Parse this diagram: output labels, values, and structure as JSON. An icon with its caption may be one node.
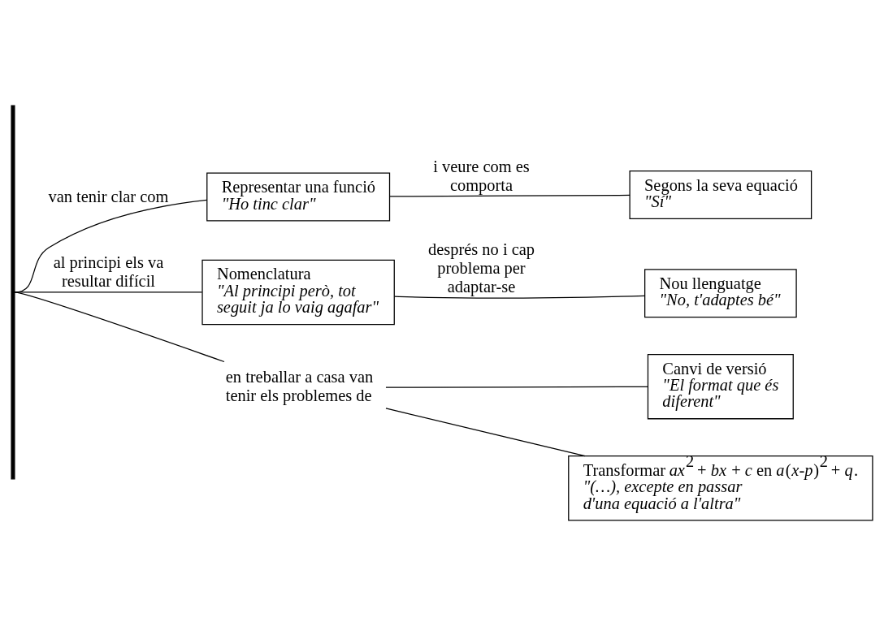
{
  "diagram": {
    "nodes": [
      {
        "text": [],
        "shape": "bar"
      },
      {
        "text": [
          "Representar una funció",
          "\"Ho tinc clar\""
        ]
      },
      {
        "text": [
          "Segons la seva equació",
          "\"Sí\""
        ]
      },
      {
        "text": [
          "Nomenclatura",
          "\"Al principi però, tot seguit ja lo vaig agafar\""
        ]
      },
      {
        "text": [
          "Nou llenguatge",
          "\"No, t'adaptes bé\""
        ]
      },
      {
        "text": [
          "en treballar a casa van tenir els problemes de"
        ]
      },
      {
        "text": [
          "Canvi de versió",
          "\"El format que és diferent\""
        ]
      },
      {
        "text": [
          "Transformar *ax*$^{2}$ + *bx* + *c* en *a*(*x-p*)$^{2}$ + *q*.",
          "\"(…), excepte en passar d'una equació a l'altra\""
        ]
      }
    ],
    "edges": [
      {
        "from": 0,
        "to": 1,
        "arrow": "none",
        "label": "van tenir clar com"
      },
      {
        "from": 1,
        "to": 2,
        "arrow": "none",
        "label": "i veure com es comporta"
      },
      {
        "from": 0,
        "to": 3,
        "arrow": "none",
        "label": "al principi els va resultar difícil"
      },
      {
        "from": 3,
        "to": 4,
        "arrow": "none",
        "label": "després no i cap problema per adaptar-se"
      },
      {
        "from": 0,
        "to": 5,
        "arrow": "none"
      },
      {
        "from": 5,
        "to": 6,
        "arrow": "none"
      },
      {
        "from": 5,
        "to": 7,
        "arrow": "none"
      }
    ]
  }
}
